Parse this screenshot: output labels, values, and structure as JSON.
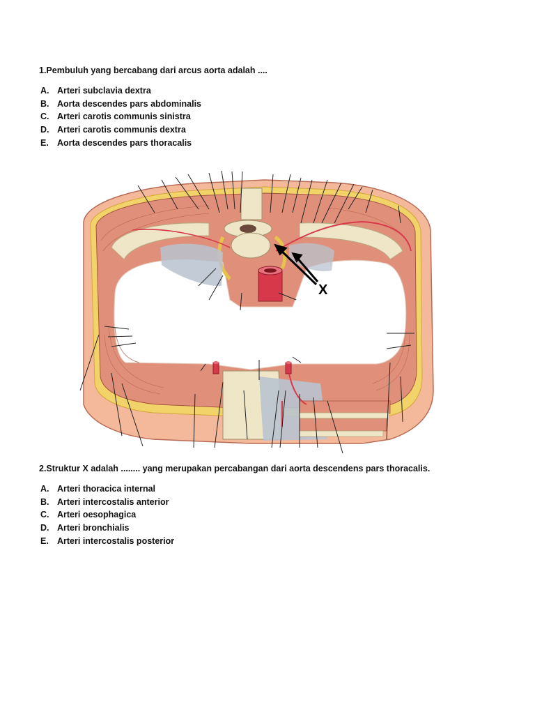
{
  "question1": {
    "text": "1.Pembuluh yang bercabang dari arcus aorta adalah ....",
    "options": [
      {
        "letter": "A.",
        "text": "Arteri subclavia dextra"
      },
      {
        "letter": "B.",
        "text": "Aorta descendes pars abdominalis"
      },
      {
        "letter": "C.",
        "text": "Arteri carotis communis sinistra"
      },
      {
        "letter": "D.",
        "text": "Arteri carotis communis dextra"
      },
      {
        "letter": "E.",
        "text": "Aorta descendes pars thoracalis"
      }
    ]
  },
  "figure": {
    "marker_label": "X",
    "colors": {
      "muscle": "#e0907a",
      "skin": "#f3b99a",
      "fat": "#f1d36a",
      "bone": "#efe6c8",
      "artery": "#d8394a",
      "pleura": "#b9c3cf"
    }
  },
  "question2": {
    "text": "2.Struktur X adalah ........ yang merupakan percabangan dari aorta descendens pars thoracalis.",
    "options": [
      {
        "letter": "A.",
        "text": "Arteri thoracica internal"
      },
      {
        "letter": "B.",
        "text": "Arteri intercostalis anterior"
      },
      {
        "letter": "C.",
        "text": "Arteri oesophagica"
      },
      {
        "letter": "D.",
        "text": "Arteri bronchialis"
      },
      {
        "letter": "E.",
        "text": "Arteri intercostalis posterior"
      }
    ]
  }
}
